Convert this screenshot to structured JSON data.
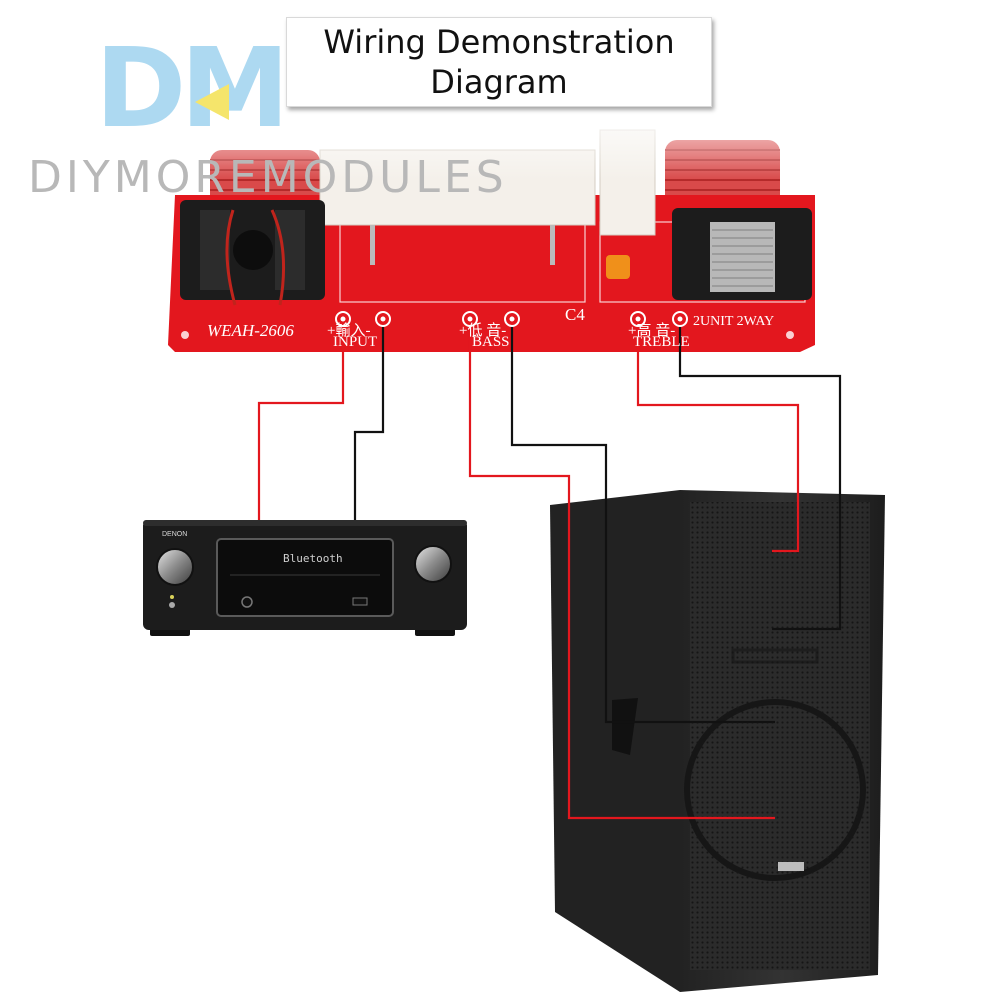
{
  "title": {
    "line1": "Wiring Demonstration",
    "line2": "Diagram"
  },
  "logo": {
    "letters": "DM",
    "brand": "DIYMOREMODULES"
  },
  "crossover": {
    "model": "WEAH-2606",
    "input_cn": "+輸入-",
    "input_en": "INPUT",
    "bass_cn": "+低 音-",
    "bass_en": "BASS",
    "treble_cn": "+高 音-",
    "treble_en": "TREBLE",
    "unit_label": "2UNIT 2WAY",
    "cap_label": "C4"
  },
  "receiver": {
    "brand": "DENON",
    "display": "Bluetooth"
  },
  "colors": {
    "pcb": "#e3171e",
    "wire_red": "#e3171e",
    "wire_black": "#111111",
    "speaker": "#262626",
    "receiver": "#1c1c1c"
  }
}
